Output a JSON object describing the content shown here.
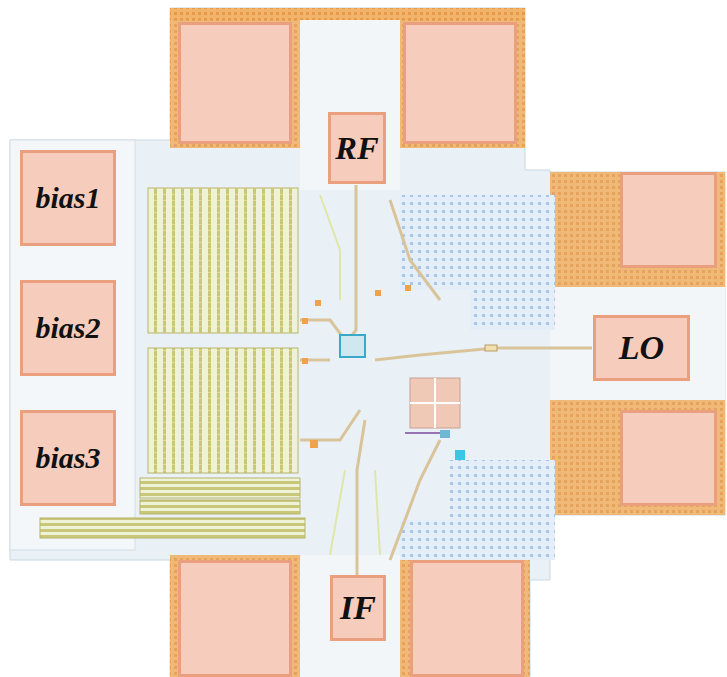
{
  "diagram": {
    "nodes": [
      {
        "text": [
          "RF"
        ]
      },
      {
        "text": [
          "bias1"
        ]
      },
      {
        "text": [
          "bias2"
        ]
      },
      {
        "text": [
          "LO"
        ]
      },
      {
        "text": [
          "bias3"
        ]
      },
      {
        "text": [
          "IF"
        ]
      }
    ]
  }
}
